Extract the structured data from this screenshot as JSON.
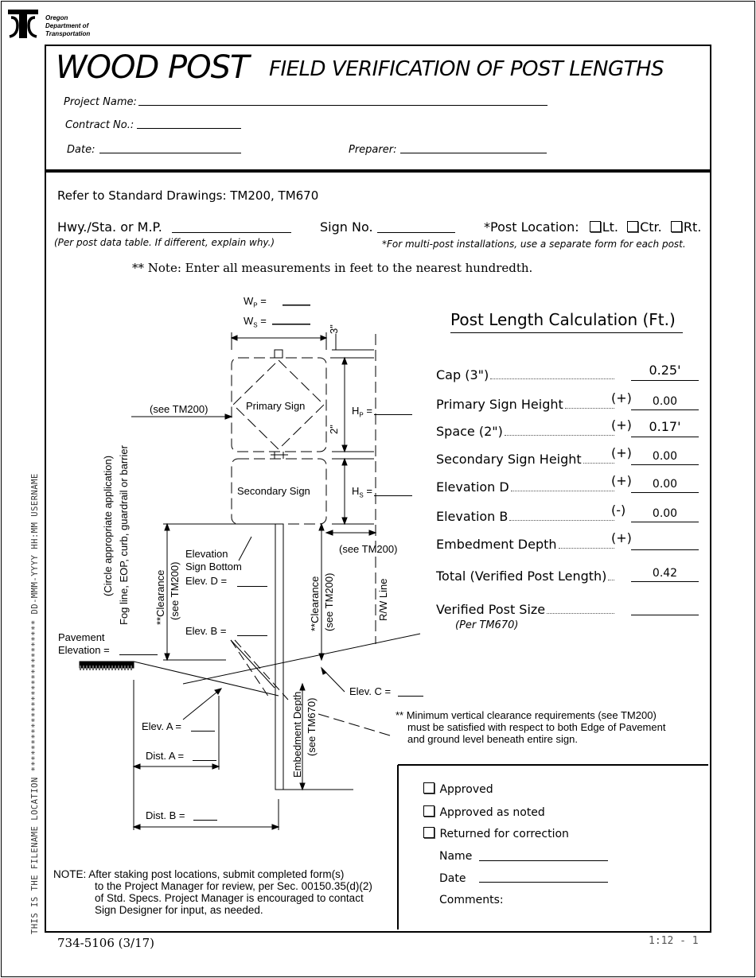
{
  "agency": {
    "name_line1": "Oregon",
    "name_line2": "Department of",
    "name_line3": "Transportation"
  },
  "header": {
    "title_main": "WOOD POST",
    "title_sub": "FIELD VERIFICATION OF POST LENGTHS",
    "project_name_label": "Project Name:",
    "contract_label": "Contract No.:",
    "date_label": "Date:",
    "preparer_label": "Preparer:"
  },
  "refer": "Refer to Standard Drawings:  TM200, TM670",
  "hwy_label": "Hwy./Sta. or M.P.",
  "hwy_note": "(Per post data table.  If different, explain why.)",
  "sign_no_label": "Sign No.",
  "post_location": {
    "label": "*Post Location:",
    "opt_lt": "Lt.",
    "opt_ctr": "Ctr.",
    "opt_rt": "Rt."
  },
  "multi_post_note": "*For multi-post installations, use a separate form for each post.",
  "measure_note": "** Note:  Enter all measurements in feet to the nearest hundredth.",
  "diagram": {
    "wp": "W",
    "wp_sub": "P",
    "ws": "W",
    "ws_sub": "S",
    "eq": "=",
    "three_in": "3\"",
    "two_in": "2\"",
    "hp": "H",
    "hp_sub": "P",
    "hs": "H",
    "hs_sub": "S",
    "primary_sign": "Primary Sign",
    "secondary_sign": "Secondary Sign",
    "see_tm200_left": "(see TM200)",
    "see_tm200_right": "(see TM200)",
    "circle_app_1": "(Circle appropriate application)",
    "circle_app_2": "Fog line, EOP, curb, guardrail or barrier",
    "clearance_left_1": "**Clearance",
    "clearance_left_2": "(see TM200)",
    "clearance_right_1": "**Clearance",
    "clearance_right_2": "(see TM200)",
    "rw_line": "R/W Line",
    "elev_bottom_1": "Elevation",
    "elev_bottom_2": "Sign Bottom",
    "elev_d": "Elev. D =",
    "elev_b": "Elev. B =",
    "pavement_1": "Pavement",
    "pavement_2": "Elevation =",
    "elev_c": "Elev. C =",
    "elev_a": "Elev. A =",
    "dist_a": "Dist. A =",
    "dist_b": "Dist. B =",
    "embed_1": "Embedment Depth",
    "embed_2": "(see TM670)",
    "min_clear_1": "** Minimum vertical clearance requirements (see TM200)",
    "min_clear_2": "must be satisfied with respect to both Edge of Pavement",
    "min_clear_3": "and ground level beneath entire sign."
  },
  "calc": {
    "title": "Post Length Calculation (Ft.)",
    "rows": [
      {
        "label": "Cap (3\")",
        "op": "",
        "value": "0.25'"
      },
      {
        "label": "Primary Sign Height",
        "op": "(+)",
        "value": "0.00"
      },
      {
        "label": "Space (2\")",
        "op": "(+)",
        "value": "0.17'"
      },
      {
        "label": "Secondary Sign Height",
        "op": "(+)",
        "value": "0.00"
      },
      {
        "label": "Elevation D",
        "op": "(+)",
        "value": "0.00"
      },
      {
        "label": "Elevation B",
        "op": "(-)",
        "value": "0.00"
      },
      {
        "label": "Embedment Depth",
        "op": "(+)",
        "value": ""
      },
      {
        "label": "Total (Verified Post Length)",
        "op": "",
        "value": "0.42"
      },
      {
        "label": "Verified Post Size",
        "op": "",
        "value": ""
      }
    ],
    "size_note": "(Per TM670)"
  },
  "approval": {
    "approved": "Approved",
    "approved_noted": "Approved as noted",
    "returned": "Returned for correction",
    "name": "Name",
    "date": "Date",
    "comments": "Comments:"
  },
  "note": {
    "line1": "NOTE:  After staking post locations, submit completed form(s)",
    "line2": "to the Project Manager for review, per Sec. 00150.35(d)(2)",
    "line3": "of Std. Specs.  Project Manager is encouraged to contact",
    "line4": "Sign Designer for input, as needed."
  },
  "side_text": "THIS IS THE FILENAME LOCATION ****************************  DD-MMM-YYYY  HH:MM    USERNAME",
  "footer": {
    "form_no": "734-5106 (3/17)",
    "scale": "1:12  -  1"
  }
}
